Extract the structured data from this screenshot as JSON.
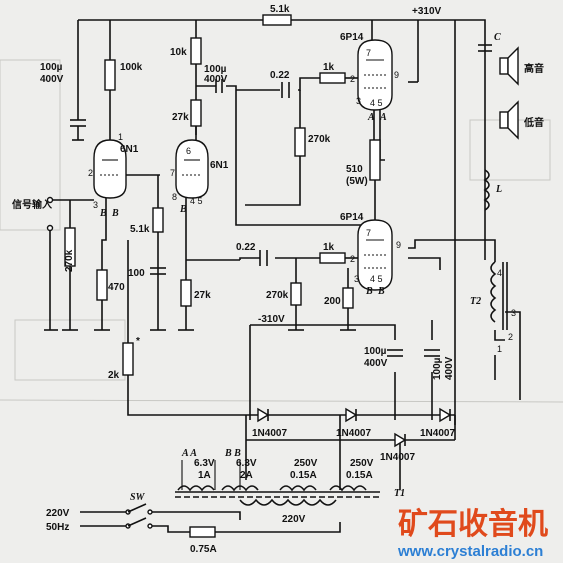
{
  "supply": {
    "b_plus": "+310V",
    "b_minus": "-310V"
  },
  "top_resistor": "5.1k",
  "input_label": "信号输入",
  "tubes": {
    "v1": {
      "name": "6N1",
      "pins": {
        "p1": "1",
        "p2": "2",
        "p3": "3",
        "k": "B",
        "h": "B"
      }
    },
    "v2": {
      "name": "6N1",
      "pins": {
        "p6": "6",
        "p7": "7",
        "p8": "8",
        "k": "B",
        "h": "4 5"
      }
    },
    "v3": {
      "name": "6P14",
      "pins": {
        "p7": "7",
        "p2": "2",
        "p9": "9",
        "p3": "3",
        "h1": "A",
        "h2": "A",
        "hp": "4 5"
      }
    },
    "v4": {
      "name": "6P14",
      "pins": {
        "p7": "7",
        "p2": "2",
        "p9": "9",
        "p3": "3",
        "h1": "B",
        "h2": "B",
        "hp": "4 5"
      }
    }
  },
  "components": {
    "c1": {
      "value": "100µ",
      "volt": "400V"
    },
    "r_100k": "100k",
    "r_10k": "10k",
    "c2": {
      "value": "100µ",
      "volt": "400V"
    },
    "c_022_top": "0.22",
    "r_1k_top": "1k",
    "r_27k_a": "27k",
    "r_270k_a": "270k",
    "r_510": {
      "value": "510",
      "power": "(5W)"
    },
    "r_51k": "5.1k",
    "r_270k_in": "270k",
    "r_470": "470",
    "c_100": "100",
    "r_27k_b": "27k",
    "c_022_bot": "0.22",
    "r_1k_bot": "1k",
    "r_270k_b": "270k",
    "r_200": "200",
    "r_2k": {
      "value": "2k",
      "mark": "*"
    },
    "c3": {
      "value": "100µ",
      "volt": "400V"
    },
    "c4": {
      "value": "100µ",
      "volt": "400V"
    }
  },
  "speakers": {
    "c_label": "C",
    "tweeter": "高音",
    "woofer": "低音",
    "l_label": "L"
  },
  "output_transformer": {
    "name": "T2",
    "pins": [
      "4",
      "3",
      "1",
      "2"
    ]
  },
  "diodes": [
    "1N4007",
    "1N4007",
    "1N4007",
    "1N4007"
  ],
  "power_transformer": {
    "name": "T1",
    "windings": [
      {
        "letters": "A  A",
        "volt": "6.3V",
        "amp": "1A"
      },
      {
        "letters": "B  B",
        "volt": "6.3V",
        "amp": "2A"
      },
      {
        "letters": "",
        "volt": "250V",
        "amp": "0.15A"
      },
      {
        "letters": "",
        "volt": "250V",
        "amp": "0.15A"
      }
    ],
    "primary": "220V"
  },
  "mains": {
    "volt": "220V",
    "freq": "50Hz",
    "switch": "SW",
    "fuse": "0.75A"
  },
  "watermark": {
    "brand": "矿石收音机",
    "url": "www.crystalradio.cn"
  },
  "icons": [
    "tube-icon",
    "resistor-icon",
    "capacitor-icon",
    "diode-icon",
    "speaker-icon",
    "transformer-icon",
    "fuse-icon",
    "switch-icon",
    "ground-icon"
  ]
}
